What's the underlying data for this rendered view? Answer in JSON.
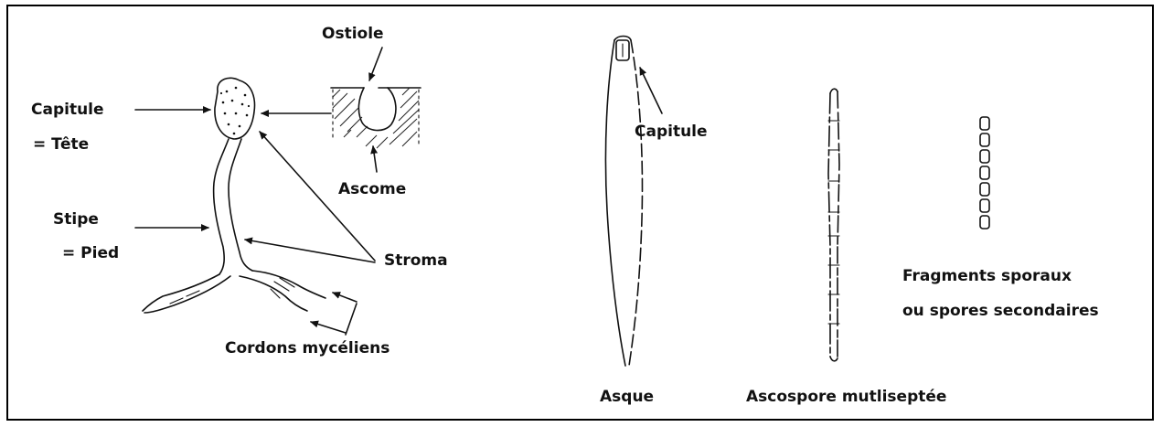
{
  "labels": {
    "ostiole": "Ostiole",
    "capitule": "Capitule",
    "tete": "= Tête",
    "stipe": "Stipe",
    "pied": "= Pied",
    "ascome": "Ascome",
    "stroma": "Stroma",
    "cordons": "Cordons mycéliens",
    "capitule_asque": "Capitule",
    "asque": "Asque",
    "ascospore": "Ascospore mutliseptée",
    "fragments_line1": "Fragments sporaux",
    "fragments_line2": "ou spores secondaires"
  }
}
